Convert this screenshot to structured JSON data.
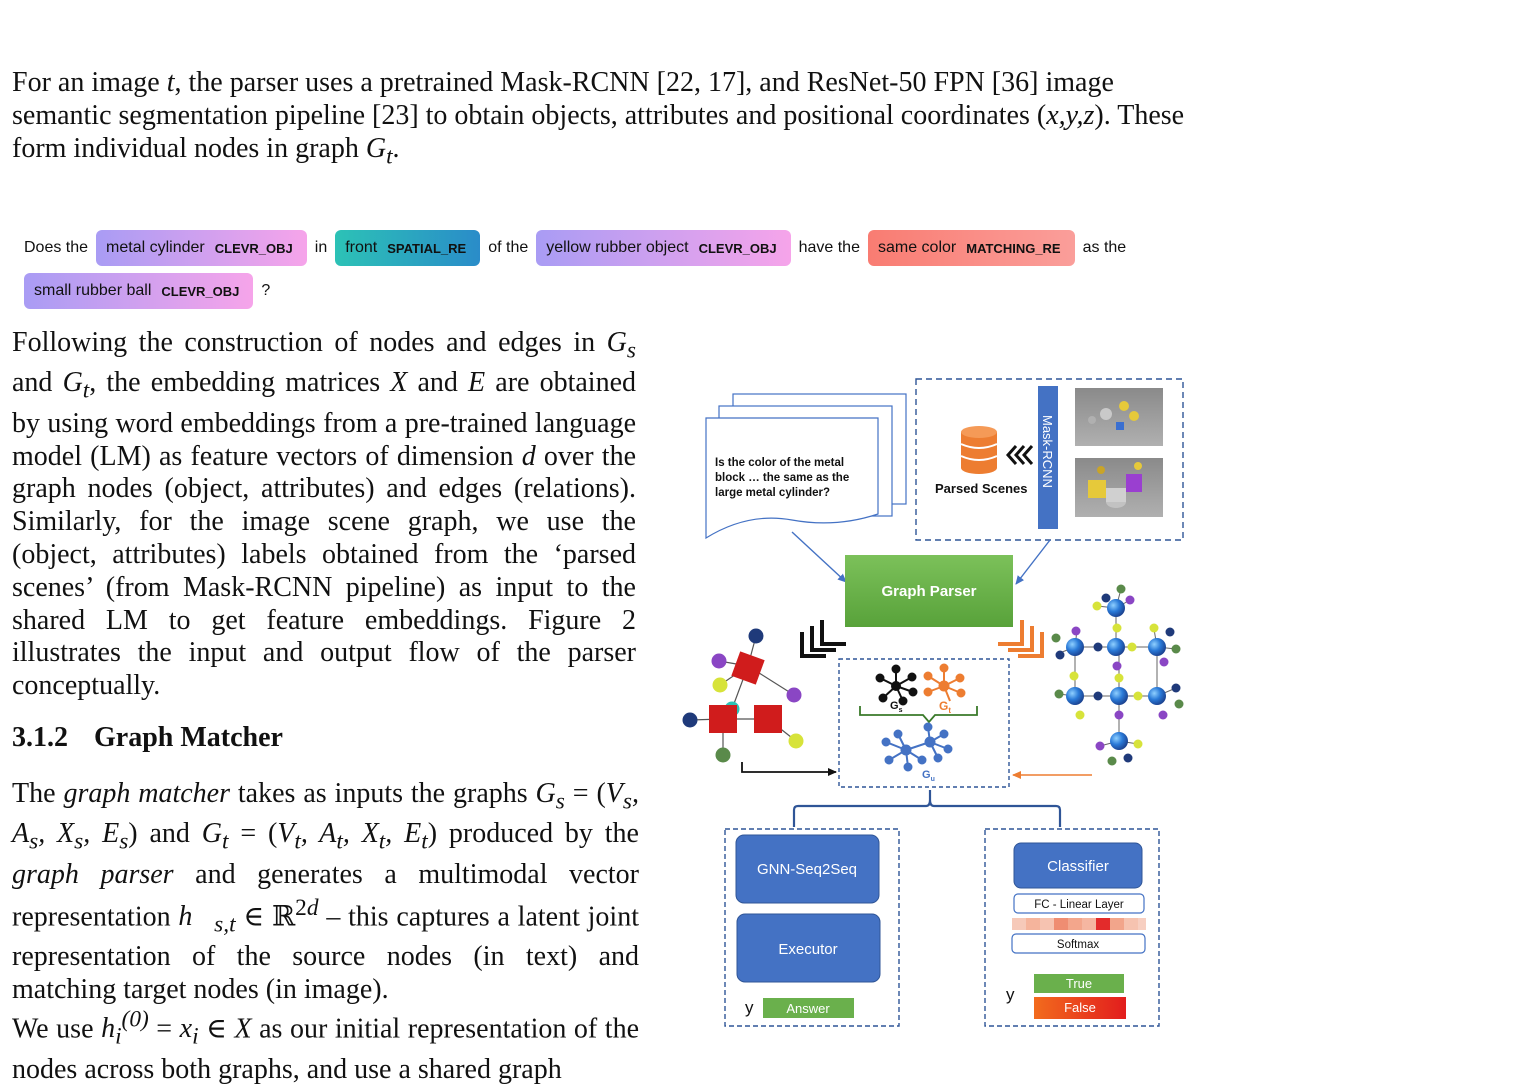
{
  "paragraph1": {
    "a": "For an image ",
    "b": ", the parser uses a pretrained Mask-RCNN [22, 17], and ResNet-50 FPN [36] image semantic segmentation pipeline [23] to obtain objects, attributes and positional coordinates (",
    "coords": "x,y,z",
    "c": "). These form individual nodes in graph ",
    "d": "."
  },
  "question": {
    "does_the": "Does the",
    "t1_text": "metal cylinder",
    "t1_label": "CLEVR_OBJ",
    "in": "in",
    "t2_text": "front",
    "t2_label": "SPATIAL_RE",
    "of_the": "of the",
    "t3_text": "yellow rubber object",
    "t3_label": "CLEVR_OBJ",
    "have_the": "have the",
    "t4_text": "same color",
    "t4_label": "MATCHING_RE",
    "as_the": "as the",
    "t5_text": "small rubber ball",
    "t5_label": "CLEVR_OBJ",
    "qmark": "?"
  },
  "paragraph2": {
    "a": "Following the construction of nodes and edges in ",
    "b": " and ",
    "c": ", the embedding matrices ",
    "d": " and ",
    "e": " are obtained by using word embeddings from a pre-trained language model (LM) as feature vectors of dimension ",
    "f": " over the graph nodes (object, attributes) and edges (relations). Similarly, for the image scene graph, we use the (object, attributes) labels obtained from the ‘parsed scenes’ (from Mask-RCNN pipeline) as input to the shared LM to get feature embeddings. Figure 2 illustrates the input and output flow of the parser conceptually."
  },
  "section": {
    "number": "3.1.2",
    "title": "Graph Matcher"
  },
  "paragraph3": {
    "a": "The ",
    "b": "graph matcher",
    "c": " takes as inputs the graphs ",
    "d": " and ",
    "e": " produced by the ",
    "f": "graph parser",
    "g": " and generates a multimodal vector representation ",
    "h": " – this captures a latent joint representation of the source nodes (in text) and matching target nodes (in image)."
  },
  "paragraph4": {
    "a": "We use ",
    "b": " as our initial representation of the nodes across both graphs, and use a shared graph"
  },
  "figure": {
    "question_text_1": "Is the color of the metal",
    "question_text_2": "block … the same as the",
    "question_text_3": "large metal cylinder?",
    "parsed_scenes": "Parsed Scenes",
    "mask_rcnn": "Mask-RCNN",
    "graph_parser": "Graph Parser",
    "gs_label": "G",
    "gs_sub": "s",
    "gt_label": "G",
    "gt_sub": "t",
    "gu_label": "G",
    "gu_sub": "u",
    "gnn_seq2seq": "GNN-Seq2Seq",
    "executor": "Executor",
    "y_left": "y",
    "answer": "Answer",
    "classifier": "Classifier",
    "fc_layer": "FC - Linear Layer",
    "softmax": "Softmax",
    "y_right": "y",
    "true_label": "True",
    "false_label": "False",
    "colors": {
      "blue_box": "#4472c4",
      "green": "#6ab04c",
      "orange": "#ed7d31",
      "red": "#e02020",
      "dashed_border": "#2f5597"
    }
  }
}
